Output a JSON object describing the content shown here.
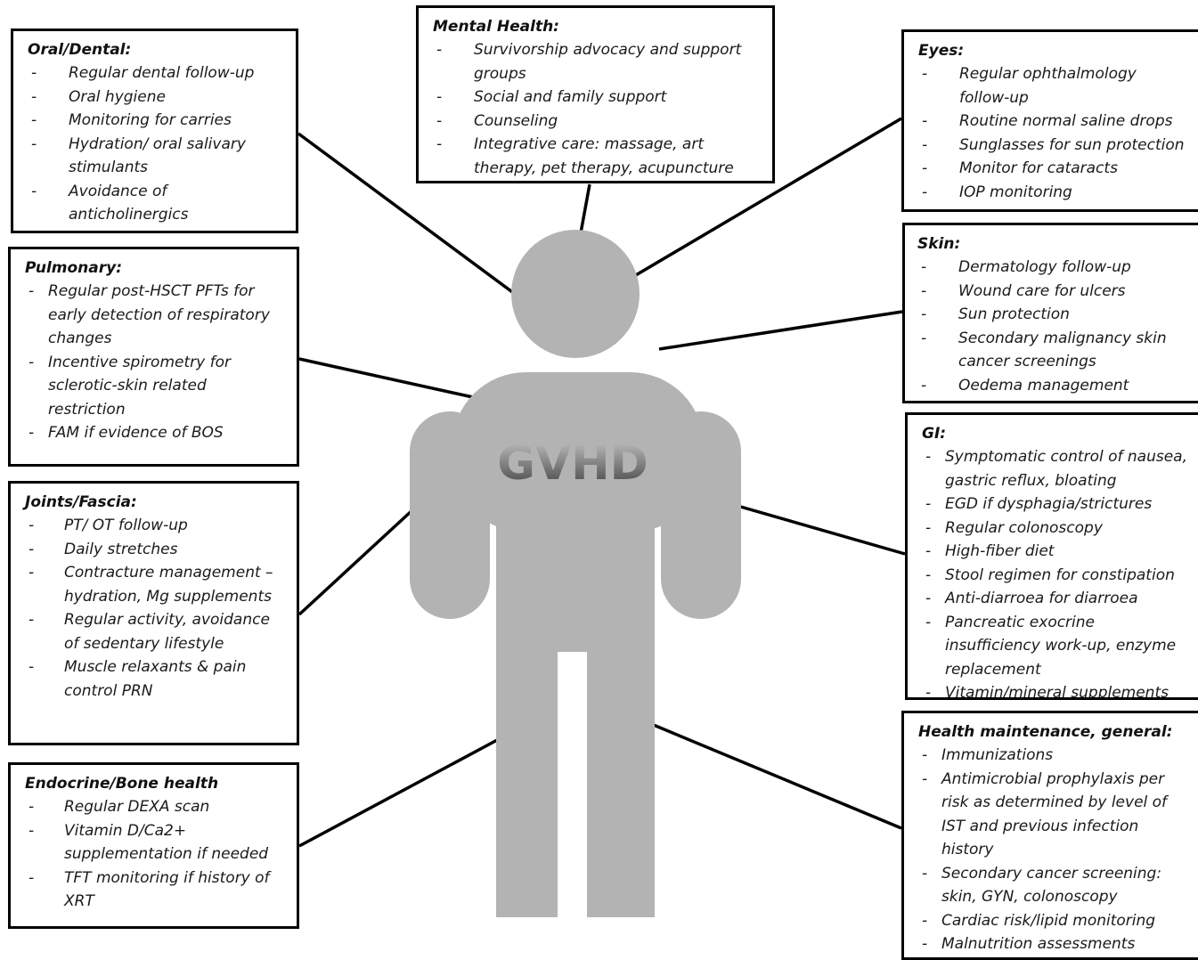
{
  "center_label": "GVHD",
  "colors": {
    "figure": "#b3b3b3",
    "border": "#000000",
    "gvhd_text_top": "#bfbfbf",
    "gvhd_text_bottom": "#444444"
  },
  "boxes": {
    "mental": {
      "title": "Mental Health:",
      "items": [
        "Survivorship advocacy and support groups",
        "Social and family support",
        "Counseling",
        "Integrative care: massage, art therapy, pet therapy, acupuncture"
      ]
    },
    "oral": {
      "title": "Oral/Dental:",
      "items": [
        "Regular dental follow-up",
        "Oral hygiene",
        "Monitoring for carries",
        "Hydration/ oral salivary stimulants",
        "Avoidance of anticholinergics"
      ]
    },
    "eyes": {
      "title": "Eyes:",
      "items": [
        "Regular ophthalmology follow-up",
        "Routine normal saline drops",
        "Sunglasses for sun protection",
        "Monitor for cataracts",
        "IOP monitoring"
      ]
    },
    "pulmonary": {
      "title": "Pulmonary:",
      "items": [
        "Regular post-HSCT PFTs for early detection of respiratory changes",
        "Incentive spirometry for sclerotic-skin related restriction",
        "FAM if evidence of BOS"
      ]
    },
    "skin": {
      "title": "Skin:",
      "items": [
        "Dermatology follow-up",
        "Wound care for ulcers",
        "Sun protection",
        "Secondary malignancy skin cancer screenings",
        "Oedema management"
      ]
    },
    "gi": {
      "title": "GI:",
      "items": [
        "Symptomatic control of nausea, gastric reflux, bloating",
        "EGD if dysphagia/strictures",
        "Regular colonoscopy",
        "High-fiber diet",
        "Stool regimen for constipation",
        "Anti-diarroea for diarroea",
        "Pancreatic exocrine insufficiency work-up, enzyme replacement",
        "Vitamin/mineral supplements for malnutrition"
      ]
    },
    "joints": {
      "title": "Joints/Fascia:",
      "items": [
        "PT/ OT follow-up",
        "Daily stretches",
        "Contracture management – hydration, Mg supplements",
        "Regular activity, avoidance of sedentary lifestyle",
        "Muscle relaxants & pain control PRN"
      ]
    },
    "health": {
      "title": "Health maintenance, general:",
      "items": [
        "Immunizations",
        "Antimicrobial prophylaxis per risk as determined by level of IST and previous infection history",
        "Secondary cancer screening: skin, GYN, colonoscopy",
        "Cardiac risk/lipid monitoring",
        "Malnutrition assessments"
      ]
    },
    "endocrine": {
      "title": "Endocrine/Bone health",
      "items": [
        "Regular DEXA scan",
        "Vitamin D/Ca2+ supplementation if needed",
        "TFT monitoring if history of XRT"
      ]
    }
  }
}
